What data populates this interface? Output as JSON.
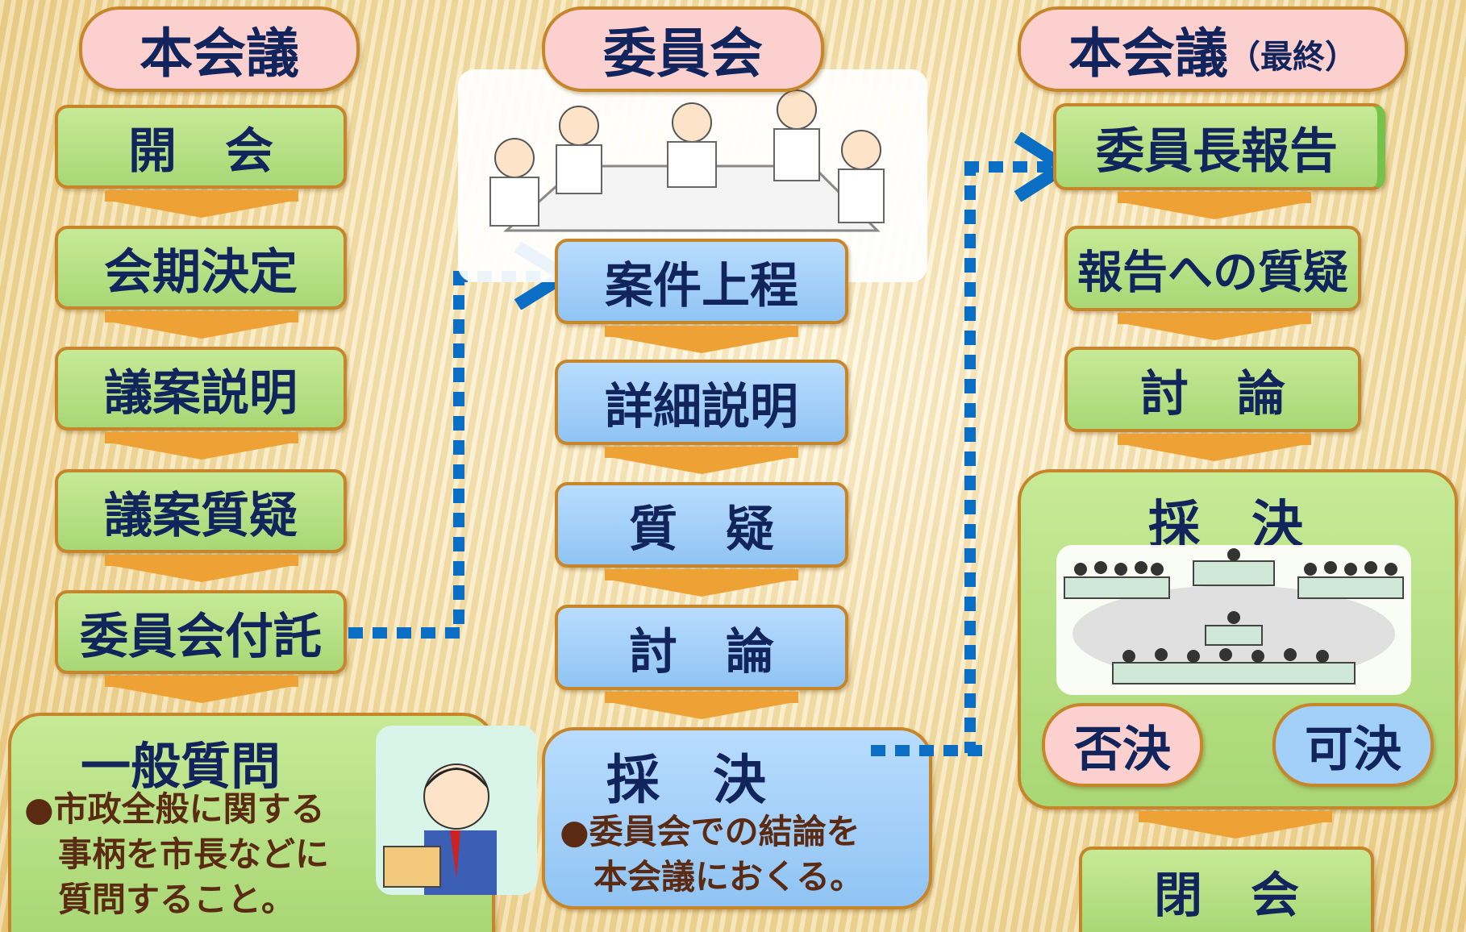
{
  "columns": {
    "plenary": {
      "header": "本会議",
      "steps": [
        "開　会",
        "会期決定",
        "議案説明",
        "議案質疑",
        "委員会付託"
      ],
      "general_question": {
        "title": "一般質問",
        "note": "●市政全般に関する\n　事柄を市長などに\n　質問すること。"
      }
    },
    "committee": {
      "header": "委員会",
      "steps": [
        "案件上程",
        "詳細説明",
        "質　疑",
        "討　論"
      ],
      "vote": {
        "title": "採　決",
        "note": "●委員会での結論を\n　本会議におくる。"
      }
    },
    "final": {
      "header_main": "本会議",
      "header_sub": "（最終）",
      "steps": [
        "委員長報告",
        "報告への質疑",
        "討　論"
      ],
      "vote": {
        "title": "採　決",
        "rejected": "否決",
        "approved": "可決"
      },
      "closing": "閉　会"
    }
  },
  "colors": {
    "green_box": "#b5df84",
    "blue_box": "#a3d0f8",
    "pink_box": "#fbd0cf",
    "border": "#c8862a",
    "arrow": "#eea235",
    "connector": "#0a6fc4",
    "text_navy": "#12245c",
    "text_brown": "#5a2a12"
  }
}
